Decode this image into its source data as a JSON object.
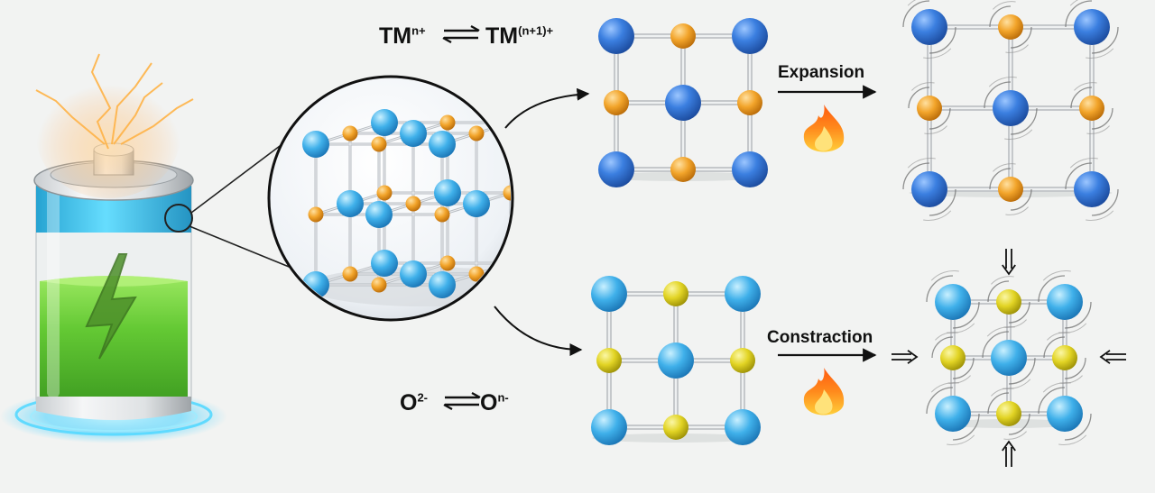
{
  "labels": {
    "redox_tm": {
      "left_base": "TM",
      "left_sup": "n+",
      "right_base": "TM",
      "right_sup": "(n+1)+"
    },
    "redox_o": {
      "left_base": "O",
      "left_sup": "2-",
      "right_base": "O",
      "right_sup": "n-"
    },
    "expansion": "Expansion",
    "contraction": "Constraction"
  },
  "icons": [
    "battery-icon",
    "lightning-icon",
    "bolt-icon",
    "magnifier-lens-icon",
    "flame-icon",
    "compression-arrow-icon",
    "equilibrium-arrows-icon"
  ],
  "colors": {
    "background": "#f2f3f2",
    "tm_ion_dark_blue": "#2f6fd0",
    "tm_ion_orange": "#f0a020",
    "oxygen_light_blue": "#3aa8e6",
    "oxygen_yellow": "#e0d020",
    "battery_green": "#6ccf3c",
    "battery_cap_cyan": "#38c8ee",
    "glow_cyan": "#3fd0ff",
    "flame_orange": "#ff8a1c"
  }
}
